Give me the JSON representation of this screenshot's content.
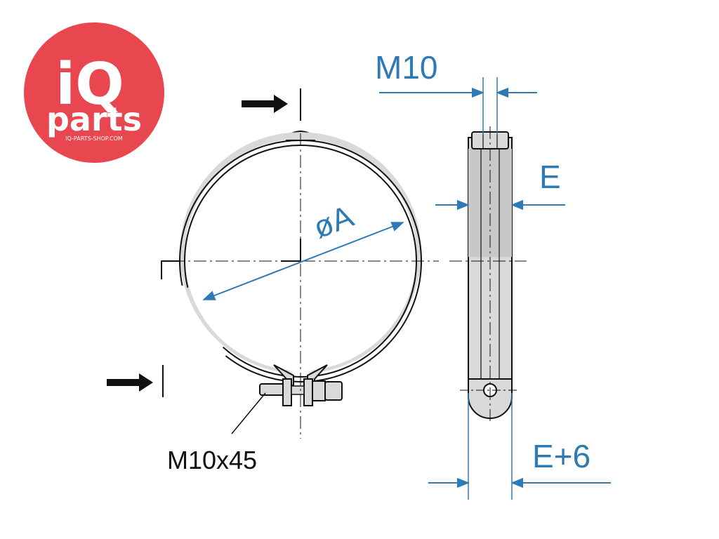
{
  "logo": {
    "brand_top": "iQ",
    "brand_bottom": "parts",
    "website": "IQ-PARTS-SHOP.COM",
    "color": "#e8474f"
  },
  "dimensions": {
    "thread_width": "M10",
    "band_width": "E",
    "diameter": "øA",
    "overall_width": "E+6",
    "bolt": "M10x45"
  },
  "colors": {
    "dimension": "#2f7ab5",
    "outline": "#111111",
    "band_fill": "#d9d9d9",
    "section_fill": "#c8c8c8"
  }
}
